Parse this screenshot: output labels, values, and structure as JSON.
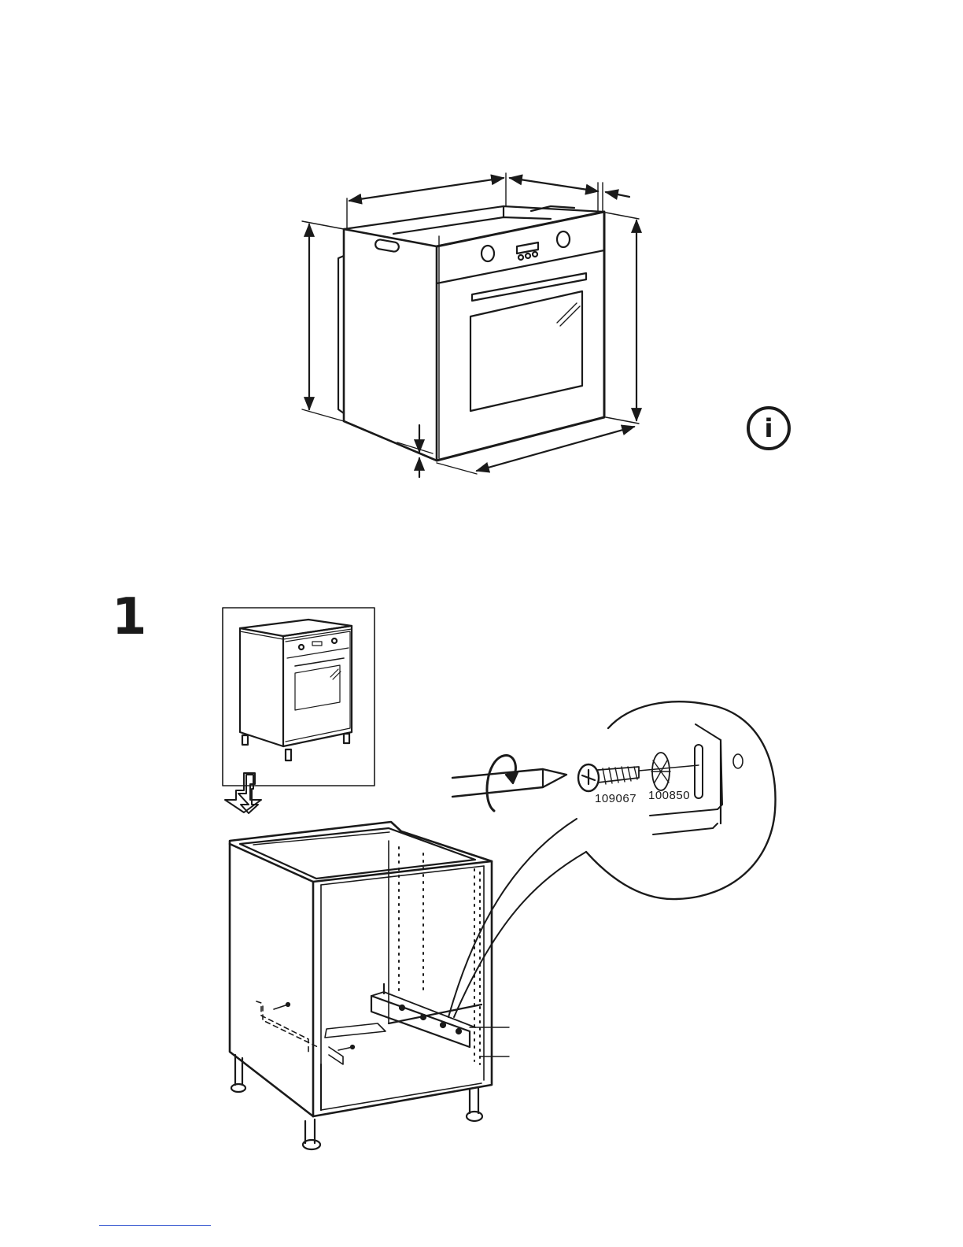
{
  "step": {
    "number": "1"
  },
  "parts": {
    "screw_code": "109067",
    "washer_code": "100850"
  },
  "info_icon": {
    "glyph": "i"
  },
  "colors": {
    "line": "#1a1a1a",
    "background": "#ffffff",
    "footer_rule": "#3a5bd1"
  }
}
